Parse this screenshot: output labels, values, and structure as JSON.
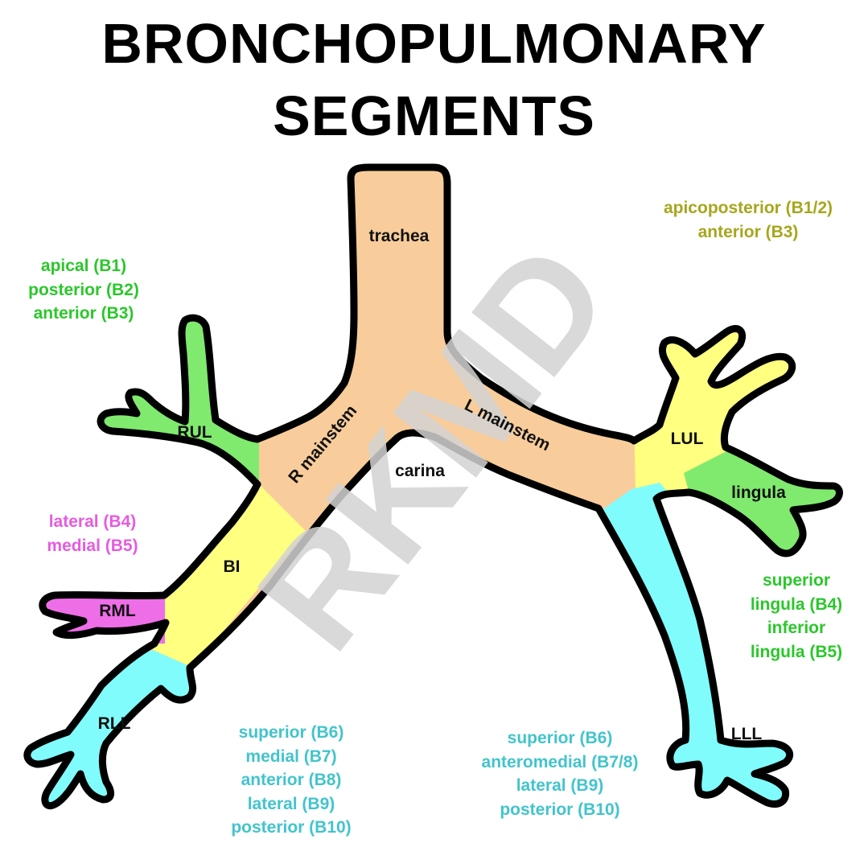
{
  "title": {
    "line1": "BRONCHOPULMONARY",
    "line2": "SEGMENTS"
  },
  "colors": {
    "trachea": "#f8cd9b",
    "upper_lobe_right": "#80ea6e",
    "upper_lobe_left": "#ffff80",
    "bronchus_intermedius": "#ffff80",
    "middle_lobe": "#ee6ee8",
    "lower_lobe": "#80fcfc",
    "lingula": "#80ea6e",
    "outline": "#000000",
    "text_green": "#2bc72b",
    "text_olive": "#a6a61e",
    "text_magenta": "#e65be0",
    "text_cyan": "#42c4cc",
    "watermark": "#d2d2d2"
  },
  "watermark": "RKMD",
  "labels": {
    "trachea": "trachea",
    "r_mainstem": "R mainstem",
    "l_mainstem": "L mainstem",
    "carina": "carina",
    "rul": "RUL",
    "lul": "LUL",
    "lingula": "lingula",
    "bi": "BI",
    "rml": "RML",
    "rll": "RLL",
    "lll": "LLL"
  },
  "segment_lists": {
    "rul": [
      "apical (B1)",
      "posterior (B2)",
      "anterior (B3)"
    ],
    "lul": [
      "apicoposterior (B1/2)",
      "anterior (B3)"
    ],
    "rml": [
      "lateral (B4)",
      "medial (B5)"
    ],
    "lingula": [
      "superior",
      "lingula (B4)",
      "inferior",
      "lingula (B5)"
    ],
    "rll": [
      "superior (B6)",
      "medial (B7)",
      "anterior (B8)",
      "lateral (B9)",
      "posterior (B10)"
    ],
    "lll": [
      "superior (B6)",
      "anteromedial (B7/8)",
      "lateral (B9)",
      "posterior (B10)"
    ]
  }
}
